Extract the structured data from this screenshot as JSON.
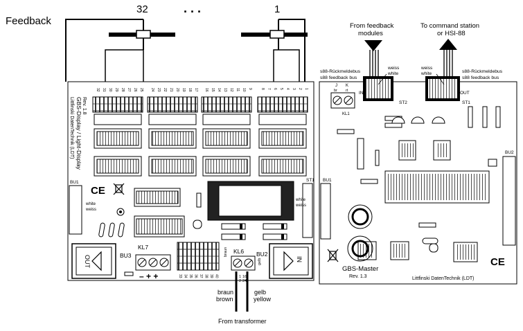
{
  "header": {
    "feedback_label": "Feedback",
    "contact_first": "32",
    "contact_dots": ". . .",
    "contact_last": "1"
  },
  "arrows": {
    "from_feedback": "From feedback\nmodules",
    "to_command": "To command station\nor HSI-88"
  },
  "left_board": {
    "name": "GBS-Display / Light-Display",
    "rev": "Rev. 1.8",
    "maker": "Littfinski DatenTechnik (LDT)",
    "bu1": "BU1",
    "bu3": "BU3",
    "bu2": "BU2",
    "st1": "ST1",
    "kl7": "KL7",
    "kl6": "KL6",
    "out_label": "OUT",
    "in_label": "IN",
    "ce_mark": "CE",
    "white_left": "white",
    "weiss_left": "weiss",
    "white_right": "white",
    "weiss_right": "weiss",
    "polarity": "– + +",
    "kl6_pin1": "braun",
    "kl6_pin2": "gelb",
    "pin_row_top": [
      "32",
      "31",
      "30",
      "29",
      "28",
      "27",
      "26",
      "25",
      "24",
      "23",
      "22",
      "21",
      "20",
      "19",
      "18",
      "17",
      "16",
      "15",
      "14",
      "13",
      "12",
      "11",
      "10",
      "9",
      "8",
      "7",
      "6",
      "5",
      "4",
      "3",
      "2",
      "1"
    ],
    "pin_row_bottom": [
      "33",
      "34",
      "35",
      "36",
      "37",
      "38",
      "39",
      "40"
    ]
  },
  "right_board": {
    "name": "GBS-Master",
    "rev": "Rev. 1.3",
    "maker": "Littfinski DatenTechnik (LDT)",
    "st2": "ST2",
    "st1": "ST1",
    "kl1": "KL1",
    "bu1": "BU1",
    "bu2": "BU2",
    "in_label": "IN",
    "out_label": "OUT",
    "j": "J",
    "k": "K",
    "br": "br",
    "rt": "rt",
    "s88_de_left": "s88-Rückmeldebus",
    "s88_en_left": "s88 feedback bus",
    "s88_de_right": "s88-Rückmeldebus",
    "s88_en_right": "s88 feedback bus",
    "weiss_l": "weiss",
    "white_l": "white",
    "weiss_r": "weiss",
    "white_r": "white",
    "ce_mark": "CE"
  },
  "transformer": {
    "braun": "braun",
    "brown": "brown",
    "gelb": "gelb",
    "yellow": "yellow",
    "pin1": "1",
    "pin2": "2",
    "pin16": "16",
    "pin24": "24",
    "source": "From transformer"
  },
  "colors": {
    "line": "#000000",
    "chip": "#1a1a1a",
    "board": "#ffffff"
  }
}
